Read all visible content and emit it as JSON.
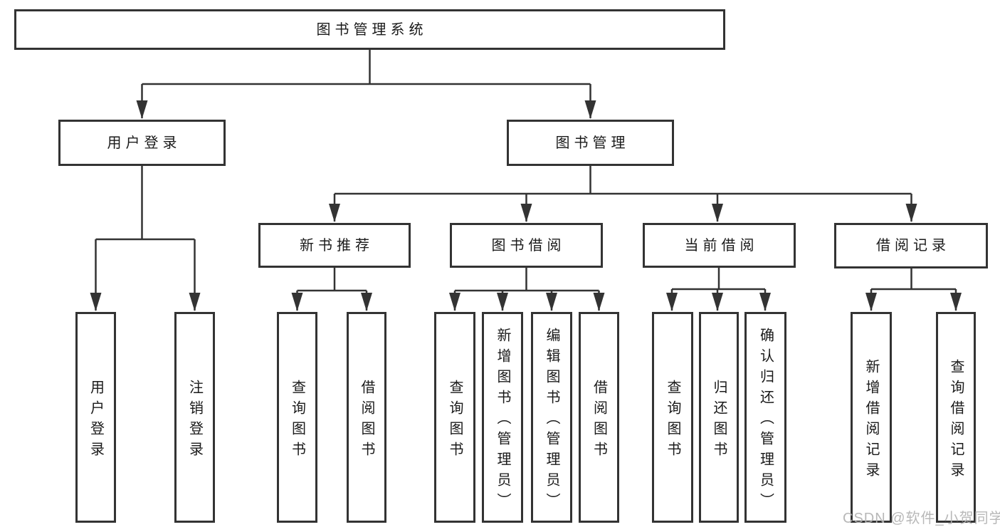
{
  "diagram": {
    "root": {
      "label": "图书管理系统"
    },
    "user_branch": {
      "label": "用户登录",
      "children": [
        "用户登录",
        "注销登录"
      ]
    },
    "book_branch": {
      "label": "图书管理",
      "sections": [
        {
          "label": "新书推荐",
          "children": [
            "查询图书",
            "借阅图书"
          ]
        },
        {
          "label": "图书借阅",
          "children": [
            "查询图书",
            "新增图书（管理员）",
            "编辑图书（管理员）",
            "借阅图书"
          ]
        },
        {
          "label": "当前借阅",
          "children": [
            "查询图书",
            "归还图书",
            "确认归还（管理员）"
          ]
        },
        {
          "label": "借阅记录",
          "children": [
            "新增借阅记录",
            "查询借阅记录"
          ]
        }
      ]
    }
  },
  "watermark": "CSDN @软件_小贺同学",
  "colors": {
    "line": "#333333",
    "text": "#1a1a1a",
    "watermark": "#b2b2b2",
    "background": "#ffffff"
  }
}
